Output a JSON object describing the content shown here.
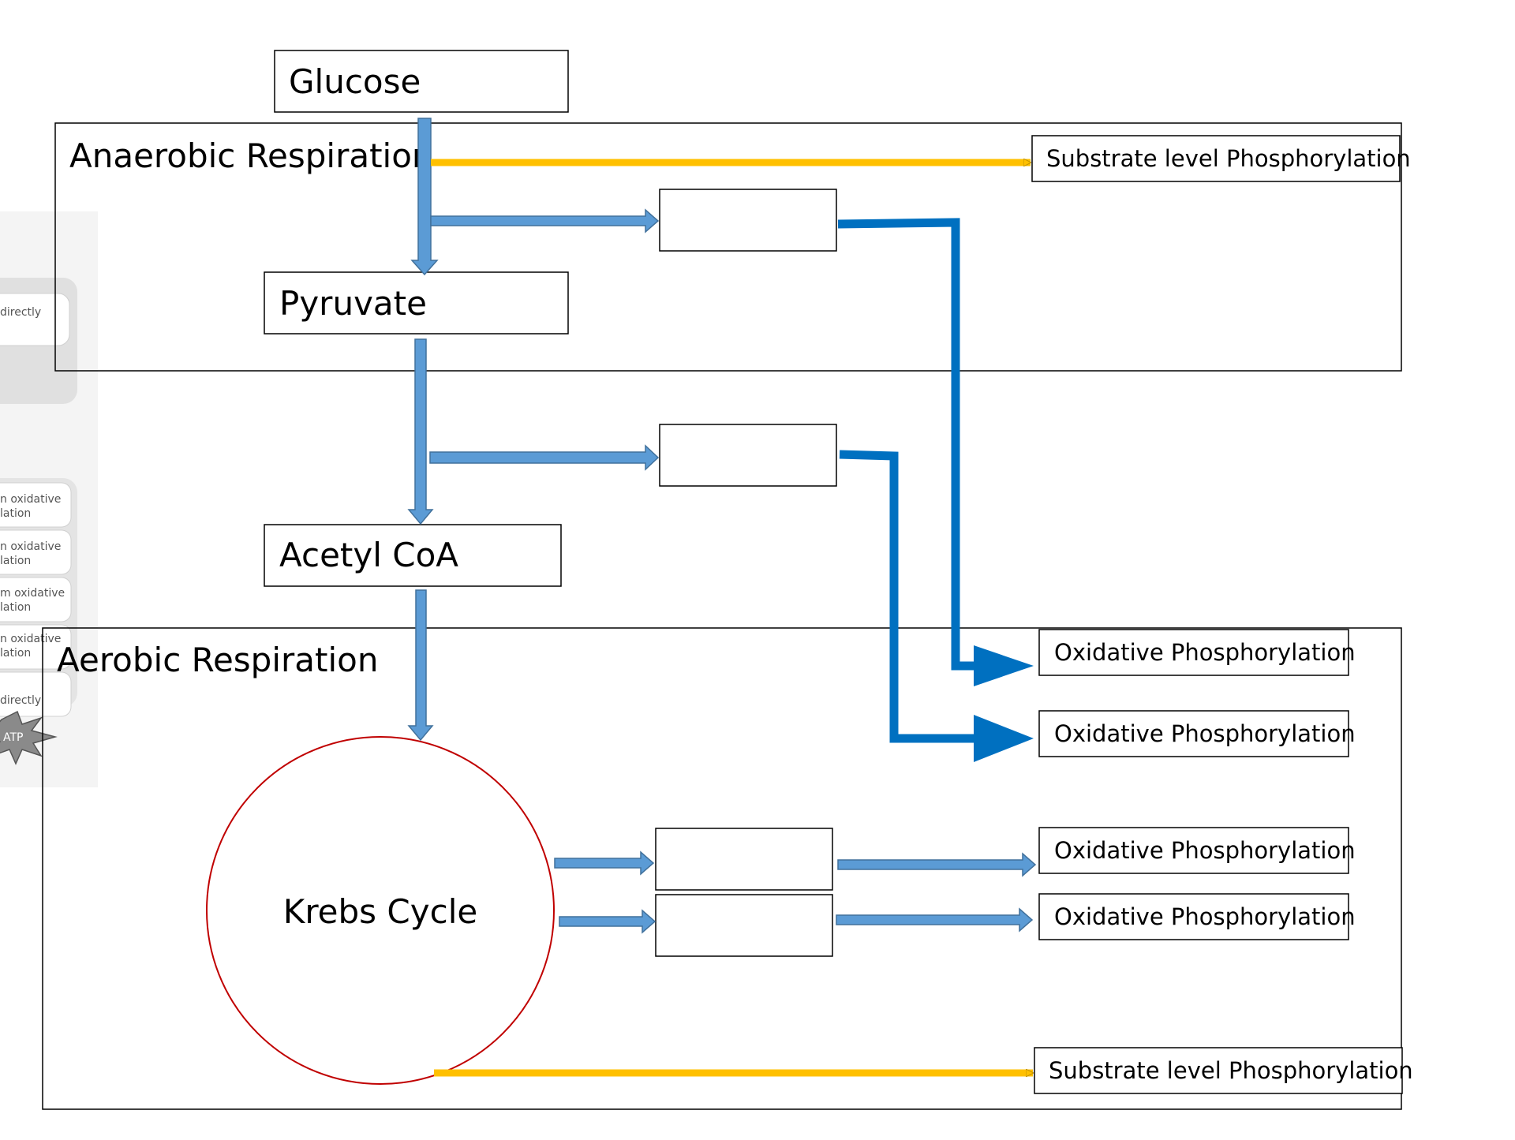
{
  "nodes": {
    "glucose": "Glucose",
    "pyruvate": "Pyruvate",
    "acetyl_coa": "Acetyl CoA",
    "krebs_cycle": "Krebs Cycle"
  },
  "sections": {
    "anaerobic": "Anaerobic Respiration",
    "aerobic": "Aerobic Respiration"
  },
  "outcomes": {
    "substrate_top": "Substrate level Phosphorylation",
    "oxidative_1": "Oxidative Phosphorylation",
    "oxidative_2": "Oxidative Phosphorylation",
    "oxidative_3": "Oxidative Phosphorylation",
    "oxidative_4": "Oxidative Phosphorylation",
    "substrate_bottom": "Substrate level Phosphorylation"
  },
  "background_fragments": {
    "f1": "directly",
    "f2a": "n oxidative",
    "f2b": "lation",
    "f3a": "n oxidative",
    "f3b": "lation",
    "f4a": "m oxidative",
    "f4b": "lation",
    "f5a": "n oxidative",
    "f5b": "lation",
    "f6": "directly",
    "f7": "ATP"
  },
  "colors": {
    "flow_blue": "#5b9bd5",
    "flow_blue_dark": "#41719c",
    "connector_blue": "#0070c0",
    "substrate_arrow": "#ffc000",
    "substrate_arrow_edge": "#bf9000",
    "krebs_circle": "#c00000"
  }
}
